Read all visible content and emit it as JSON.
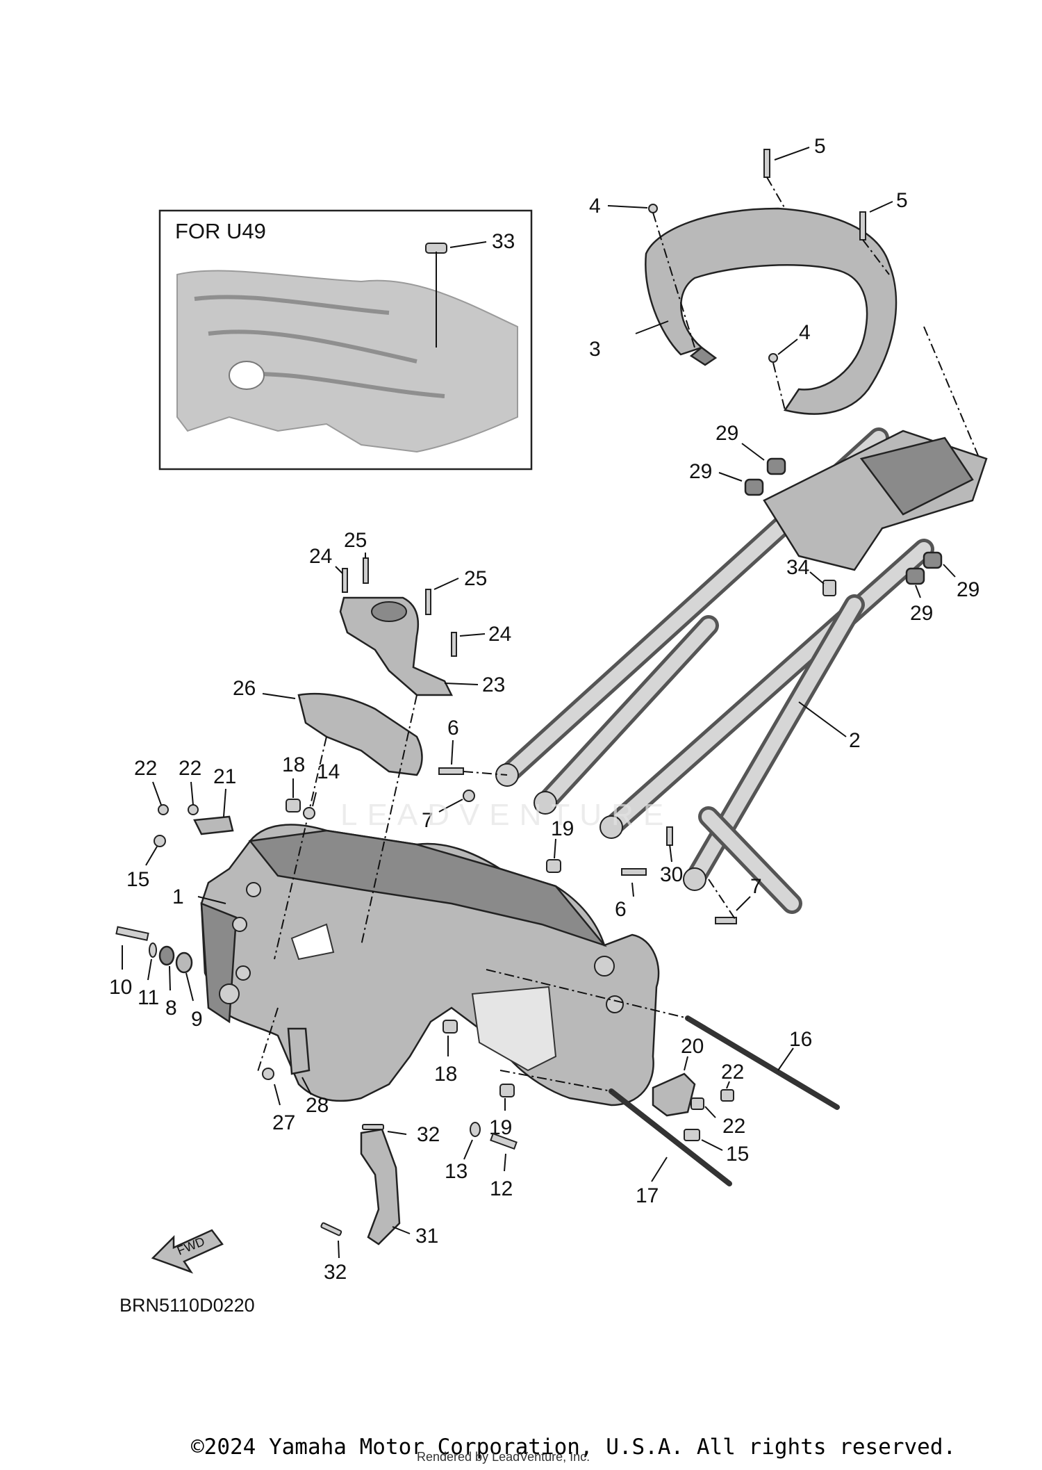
{
  "diagram": {
    "inset_title": "FOR U49",
    "diagram_code": "BRN5110D0220",
    "fwd_label": "FWD",
    "watermark": "LEADVENTURE",
    "callouts": {
      "c1": "1",
      "c2": "2",
      "c3": "3",
      "c4a": "4",
      "c4b": "4",
      "c5a": "5",
      "c5b": "5",
      "c6a": "6",
      "c6b": "6",
      "c7a": "7",
      "c7b": "7",
      "c8": "8",
      "c9": "9",
      "c10": "10",
      "c11": "11",
      "c12": "12",
      "c13": "13",
      "c14": "14",
      "c15a": "15",
      "c15b": "15",
      "c16": "16",
      "c17": "17",
      "c18a": "18",
      "c18b": "18",
      "c19a": "19",
      "c19b": "19",
      "c20": "20",
      "c21": "21",
      "c22a": "22",
      "c22b": "22",
      "c22c": "22",
      "c22d": "22",
      "c23": "23",
      "c24a": "24",
      "c24b": "24",
      "c25a": "25",
      "c25b": "25",
      "c26": "26",
      "c27": "27",
      "c28": "28",
      "c29a": "29",
      "c29b": "29",
      "c29c": "29",
      "c29d": "29",
      "c30": "30",
      "c31": "31",
      "c32a": "32",
      "c32b": "32",
      "c33": "33",
      "c34": "34"
    }
  },
  "footer": {
    "copyright": "©2024 Yamaha Motor Corporation, U.S.A. All rights reserved.",
    "rendered_by": "Rendered by LeadVenture, Inc."
  }
}
